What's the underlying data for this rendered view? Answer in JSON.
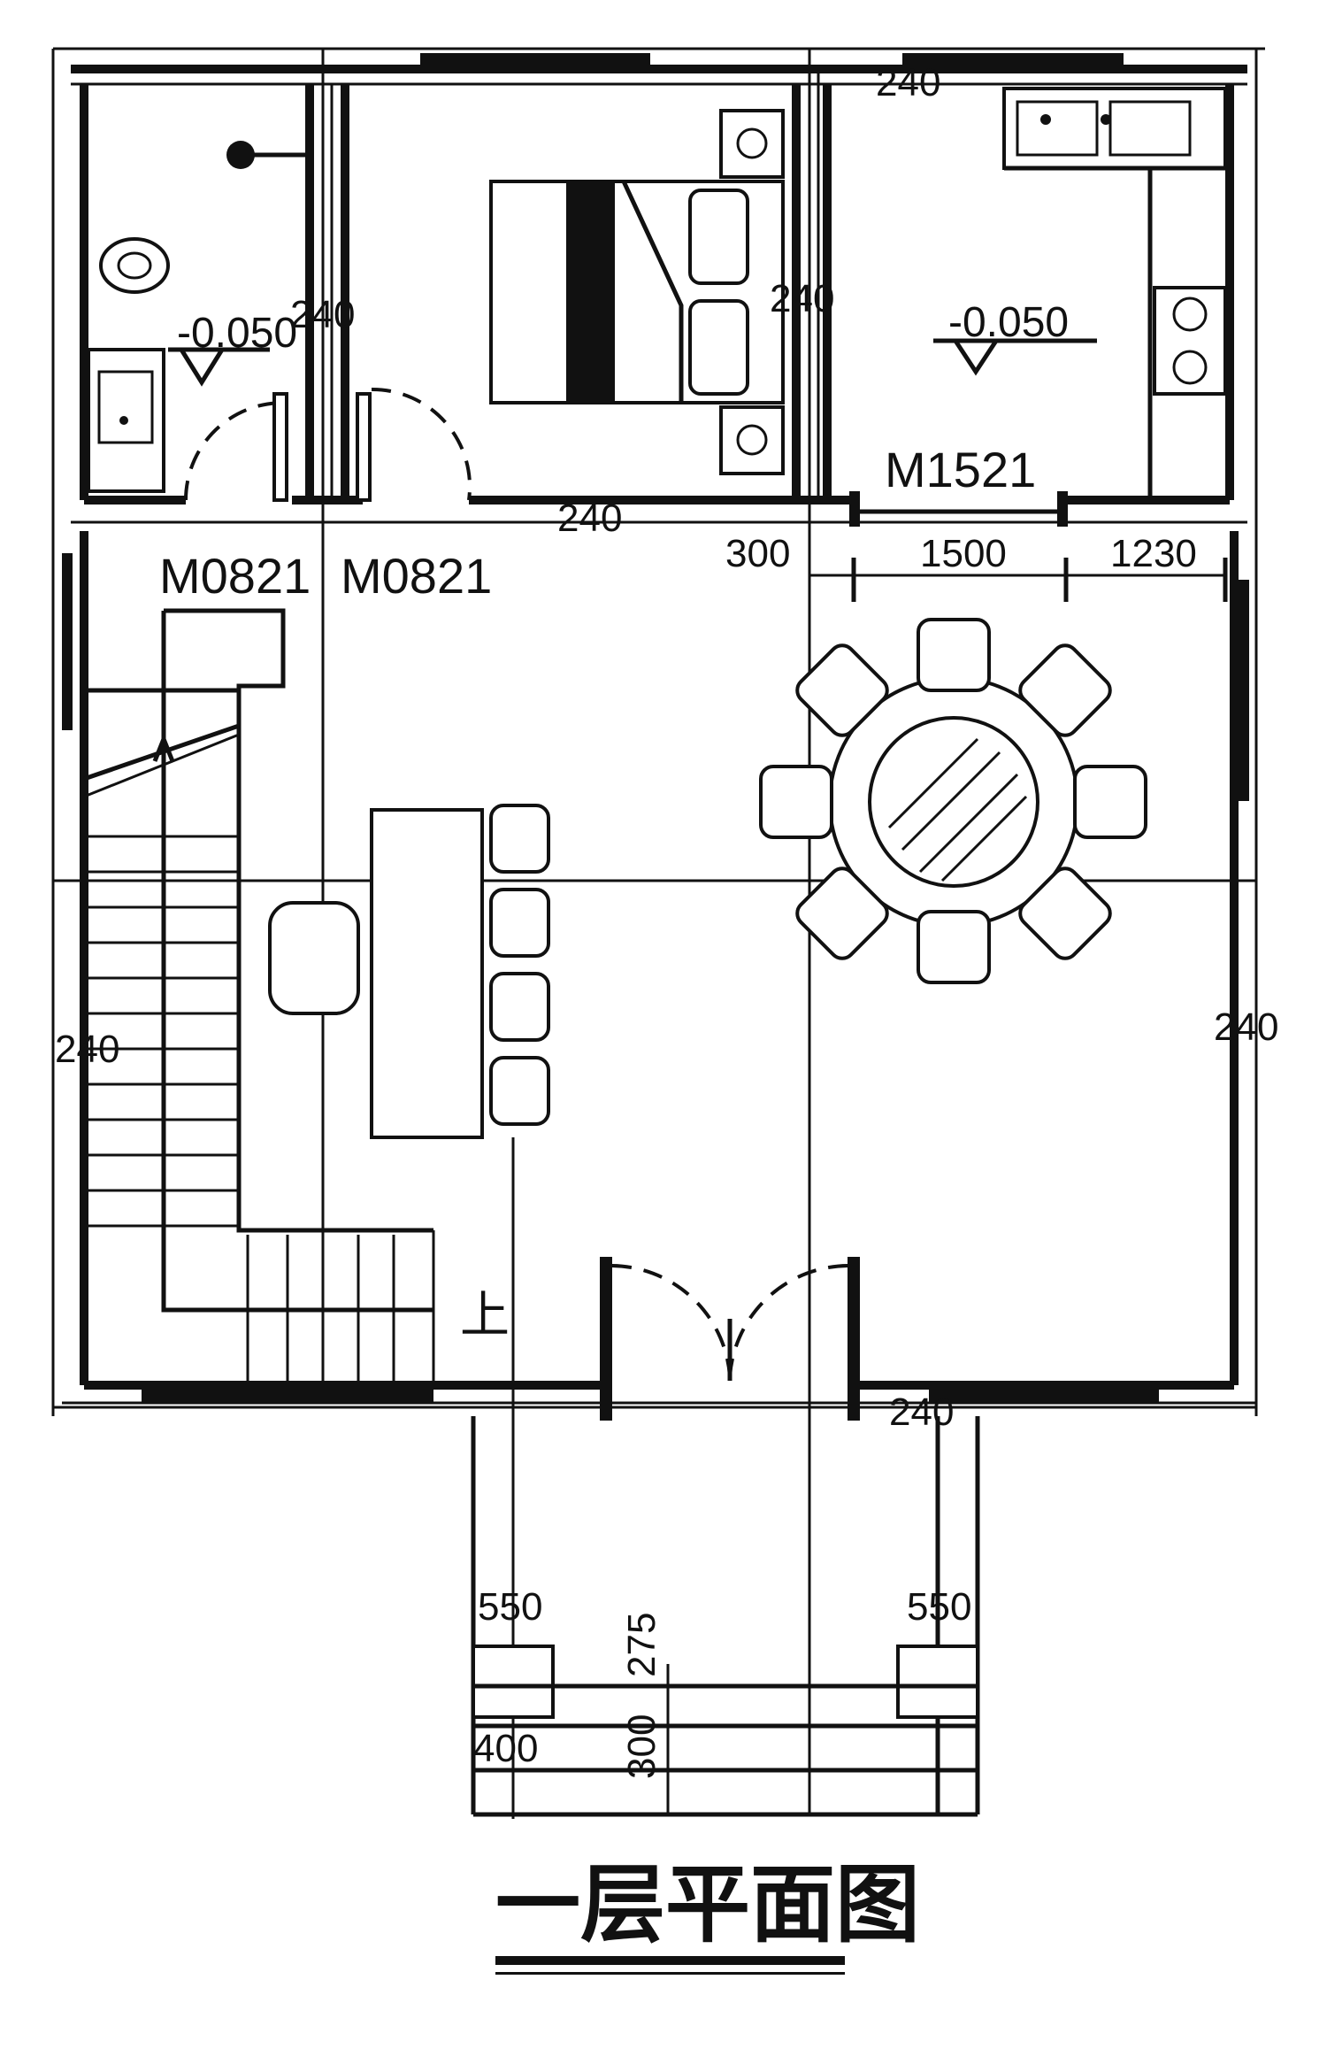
{
  "title": "一层平面图",
  "doors": {
    "toilet_door": "M0821",
    "bedroom_door": "M0821",
    "kitchen_door": "M1521"
  },
  "elevations": {
    "toilet": "-0.050",
    "kitchen": "-0.050"
  },
  "dimensions": {
    "wall_240_toilet": "240",
    "wall_240_bedroom_right": "240",
    "wall_240_corridor": "240",
    "wall_240_kitchen_top": "240",
    "wall_240_hall_left": "240",
    "wall_240_hall_right": "240",
    "wall_240_porch": "240",
    "gap_300": "300",
    "kitchen_door_width": "1500",
    "kitchen_right": "1230",
    "porch_left_550": "550",
    "porch_right_550": "550",
    "step_275": "275",
    "step_300": "300",
    "step_400": "400"
  },
  "stair_note": "上"
}
